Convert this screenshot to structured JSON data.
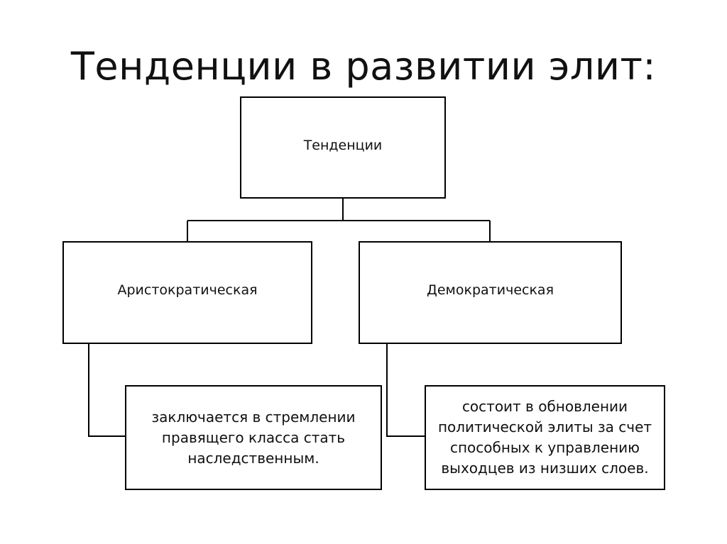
{
  "title": "Тенденции в развитии элит:",
  "diagram": {
    "root": {
      "label": "Тенденции"
    },
    "branches": [
      {
        "label": "Аристократическая",
        "description": "заключается в стремлении правящего класса стать наследственным."
      },
      {
        "label": "Демократическая",
        "description": "состоит в обновлении политической элиты за счет способных к управлению выходцев из низших слоев."
      }
    ]
  }
}
